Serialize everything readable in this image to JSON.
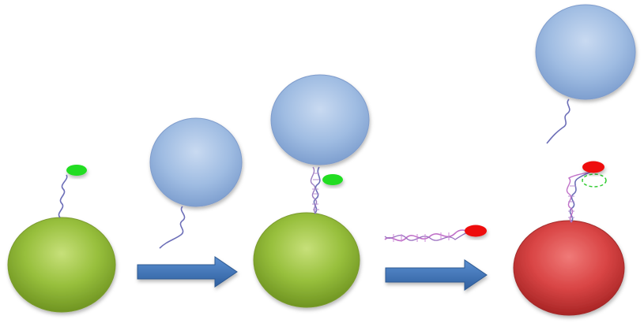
{
  "diagram": {
    "stages": [
      "unbound-probe",
      "hybridized-probe",
      "displaced-probe"
    ],
    "colors": {
      "green_bead": "#97bf3c",
      "blue_bead": "#9fbce2",
      "red_bead": "#d94545",
      "green_label": "#22dd22",
      "red_label": "#ee1111",
      "arrow": "#3d73b8",
      "dna_backbone_blue": "#6d6fb8",
      "dna_backbone_magenta": "#c070c8",
      "open_circle_dashed": "#33cc33"
    },
    "icons": {
      "bead": "sphere",
      "strand": "dna-helix",
      "label": "ellipse-tag",
      "step": "right-arrow"
    }
  }
}
